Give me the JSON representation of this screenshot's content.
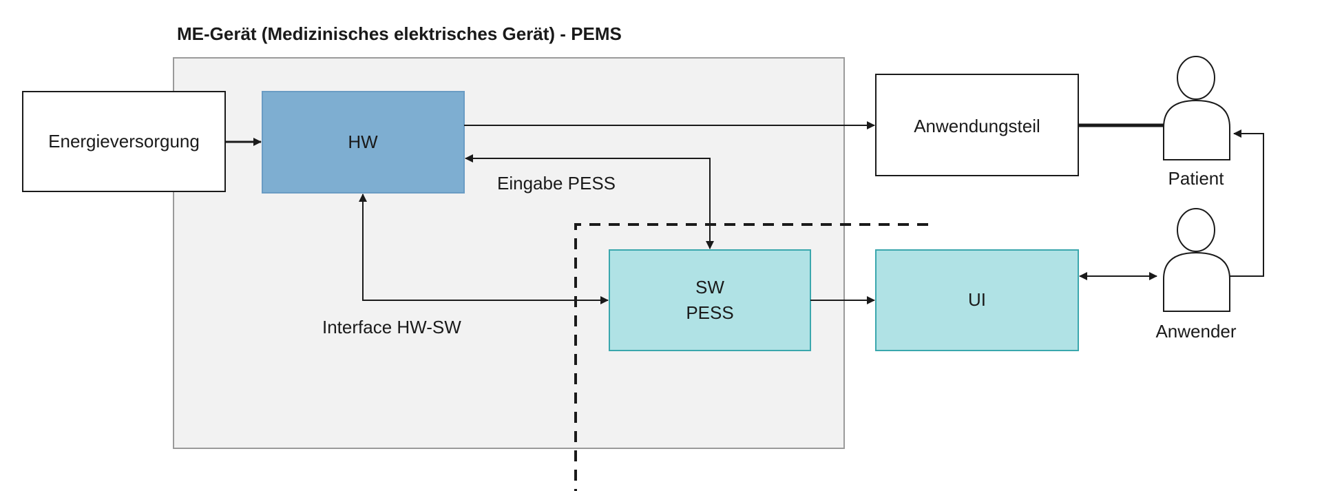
{
  "title": "ME-Gerät (Medizinisches elektrisches Gerät) - PEMS",
  "nodes": {
    "energy": "Energieversorgung",
    "hw": "HW",
    "sw_line1": "SW",
    "sw_line2": "PESS",
    "ui": "UI",
    "applied_part": "Anwendungsteil",
    "patient": "Patient",
    "user": "Anwender"
  },
  "edge_labels": {
    "input_pess": "Eingabe PESS",
    "interface_hw_sw": "Interface HW-SW"
  },
  "colors": {
    "hw_fill": "#7eaed1",
    "hw_stroke": "#6a9cc4",
    "sw_fill": "#b0e2e5",
    "sw_stroke": "#3aa7ad",
    "container_fill": "#f2f2f2",
    "container_stroke": "#9a9a9a"
  }
}
